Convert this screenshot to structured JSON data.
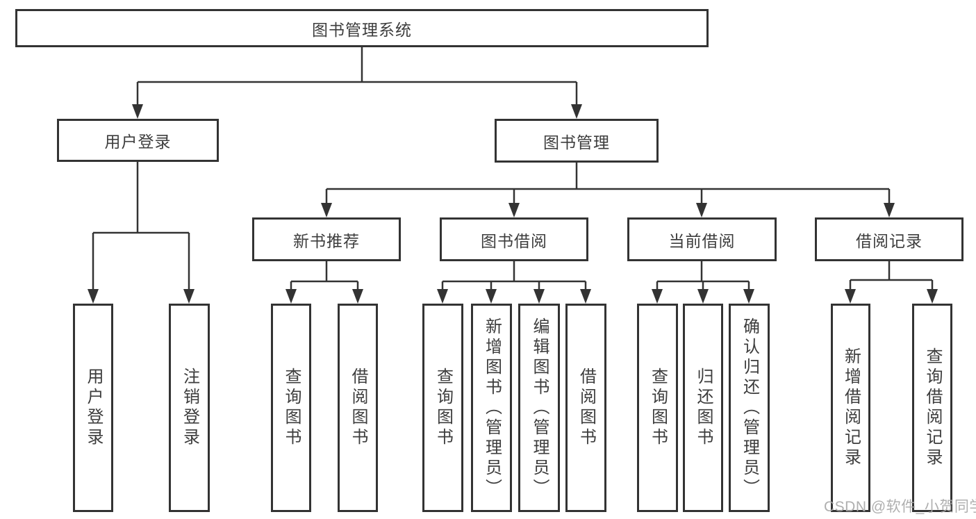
{
  "diagram": {
    "title": "图书管理系统",
    "root": {
      "label": "图书管理系统"
    },
    "level2": [
      {
        "label": "用户登录"
      },
      {
        "label": "图书管理"
      }
    ],
    "level3": [
      {
        "label": "新书推荐",
        "parent": "图书管理"
      },
      {
        "label": "图书借阅",
        "parent": "图书管理"
      },
      {
        "label": "当前借阅",
        "parent": "图书管理"
      },
      {
        "label": "借阅记录",
        "parent": "图书管理"
      }
    ],
    "leaves": [
      {
        "label": "用户登录",
        "parent": "用户登录"
      },
      {
        "label": "注销登录",
        "parent": "用户登录"
      },
      {
        "label": "查询图书",
        "parent": "新书推荐"
      },
      {
        "label": "借阅图书",
        "parent": "新书推荐"
      },
      {
        "label": "查询图书",
        "parent": "图书借阅"
      },
      {
        "label": "新增图书（管理员）",
        "parent": "图书借阅"
      },
      {
        "label": "编辑图书（管理员）",
        "parent": "图书借阅"
      },
      {
        "label": "借阅图书",
        "parent": "图书借阅"
      },
      {
        "label": "查询图书",
        "parent": "当前借阅"
      },
      {
        "label": "归还图书",
        "parent": "当前借阅"
      },
      {
        "label": "确认归还（管理员）",
        "parent": "当前借阅"
      },
      {
        "label": "新增借阅记录",
        "parent": "借阅记录"
      },
      {
        "label": "查询借阅记录",
        "parent": "借阅记录"
      }
    ]
  },
  "watermark": {
    "text": "CSDN @软件_小贺同学",
    "color": "#a8a8a8"
  },
  "colors": {
    "line": "#333333",
    "box_border": "#333333",
    "text": "#3d3d3d",
    "background": "#ffffff",
    "box_fill": "#ffffff"
  }
}
